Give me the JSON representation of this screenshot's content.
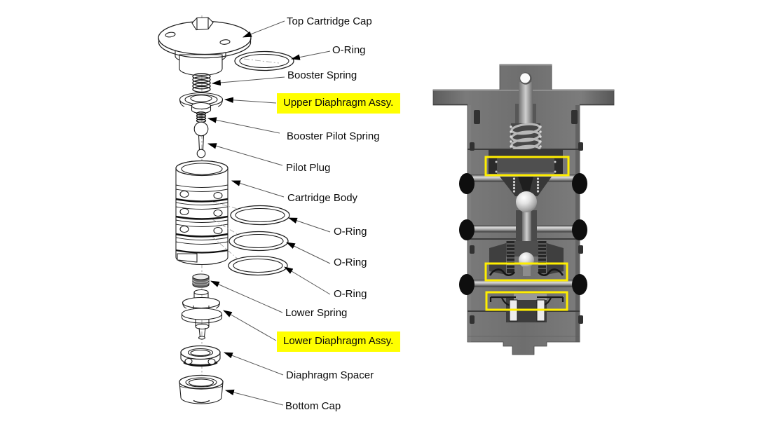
{
  "figure": {
    "highlight_color": "#ffff00",
    "line_color": "#1f1f1f",
    "body_gray": "#6d6d6d"
  },
  "exploded_view": {
    "labels": [
      {
        "text": "Top Cartridge Cap",
        "highlighted": false
      },
      {
        "text": "O-Ring",
        "highlighted": false
      },
      {
        "text": "Booster Spring",
        "highlighted": false
      },
      {
        "text": "Upper Diaphragm Assy.",
        "highlighted": true
      },
      {
        "text": "Booster Pilot Spring",
        "highlighted": false
      },
      {
        "text": "Pilot Plug",
        "highlighted": false
      },
      {
        "text": "Cartridge Body",
        "highlighted": false
      },
      {
        "text": "O-Ring",
        "highlighted": false
      },
      {
        "text": "O-Ring",
        "highlighted": false
      },
      {
        "text": "O-Ring",
        "highlighted": false
      },
      {
        "text": "Lower Spring",
        "highlighted": false
      },
      {
        "text": "Lower Diaphragm Assy.",
        "highlighted": true
      },
      {
        "text": "Diaphragm Spacer",
        "highlighted": false
      },
      {
        "text": "Bottom Cap",
        "highlighted": false
      }
    ]
  },
  "cross_section": {
    "highlight_box_color": "#ffff00",
    "highlight_box_count": 3
  }
}
